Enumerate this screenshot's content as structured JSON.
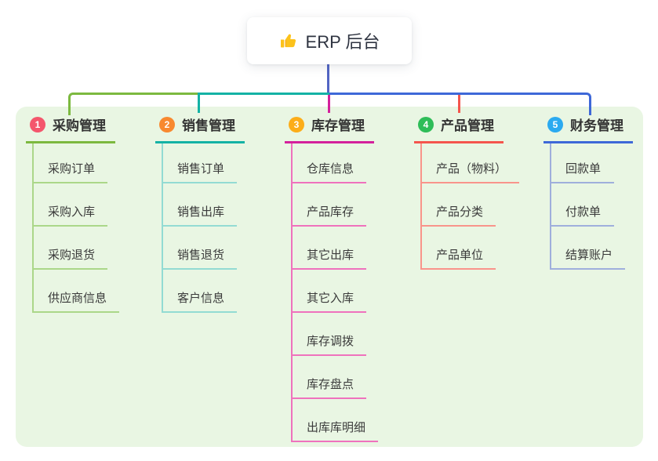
{
  "root": {
    "label": "ERP 后台",
    "icon": "thumbs-up-icon"
  },
  "branches": [
    {
      "number": "1",
      "label": "采购管理",
      "color": "#7cb93f",
      "light": "#abd789",
      "badge_color": "#f4566c",
      "children": [
        "采购订单",
        "采购入库",
        "采购退货",
        "供应商信息"
      ]
    },
    {
      "number": "2",
      "label": "销售管理",
      "color": "#14b2a5",
      "light": "#93dbd3",
      "badge_color": "#f8892f",
      "children": [
        "销售订单",
        "销售出库",
        "销售退货",
        "客户信息"
      ]
    },
    {
      "number": "3",
      "label": "库存管理",
      "color": "#d4219c",
      "light": "#ef72bd",
      "badge_color": "#fcad19",
      "children": [
        "仓库信息",
        "产品库存",
        "其它出库",
        "其它入库",
        "库存调拨",
        "库存盘点",
        "出库库明细"
      ]
    },
    {
      "number": "4",
      "label": "产品管理",
      "color": "#f4554d",
      "light": "#f9948b",
      "badge_color": "#2ebd58",
      "children": [
        "产品（物料）",
        "产品分类",
        "产品单位"
      ]
    },
    {
      "number": "5",
      "label": "财务管理",
      "color": "#3e68d8",
      "light": "#9fafdc",
      "badge_color": "#2baaf0",
      "children": [
        "回款单",
        "付款单",
        "结算账户"
      ]
    }
  ],
  "colors": {
    "panel_bg": "#e9f6e3",
    "root_line": "#5265c4",
    "canvas_bg": "#ffffff"
  }
}
